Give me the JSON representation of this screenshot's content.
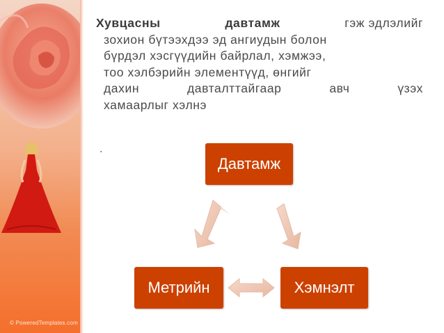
{
  "paragraph": {
    "line1_bold1": "Хувцасны",
    "line1_bold2": "давтамж",
    "line1_rest": "гэж эдлэлийг",
    "line2": "зохион бүтээхдээ эд ангиудын болон",
    "line3": "бүрдэл хэсгүүдийн байрлал, хэмжээ,",
    "line4": "тоо хэлбэрийн элементүүд, өнгийг",
    "line5_words": [
      "дахин",
      "давталттайгаар",
      "авч",
      "үзэх"
    ],
    "line6": "хамаарлыг хэлнэ"
  },
  "dot": ".",
  "diagram": {
    "top_node": "Давтамж",
    "left_node": "Метрийн",
    "right_node": "Хэмнэлт"
  },
  "watermark": "© PoweredTemplates.com",
  "colors": {
    "node": "#cc4100",
    "arrow": "#f0c7b4",
    "banner": "#f46f2b"
  }
}
